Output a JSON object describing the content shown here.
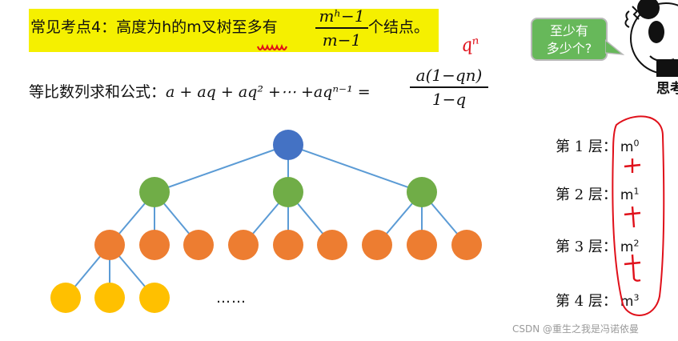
{
  "title": {
    "prefix": "常见考点4：高度为h的m叉树至多有",
    "fraction_num": "mʰ−1",
    "fraction_den": "m−1",
    "suffix": "个结点。"
  },
  "formula": {
    "label": "等比数列求和公式：",
    "expr": "a + aq + aq² +⋯ +aqⁿ⁻¹ =",
    "fraction_num": "a(1−qn)",
    "fraction_den": "1−q",
    "handwritten_note": "qⁿ"
  },
  "bubble": {
    "line1": "至少有",
    "line2": "多少个?"
  },
  "thinking_label": "思考",
  "levels": [
    {
      "label": "第 1 层：",
      "base": "m",
      "exp": "0"
    },
    {
      "label": "第 2 层：",
      "base": "m",
      "exp": "1"
    },
    {
      "label": "第 3 层：",
      "base": "m",
      "exp": "2"
    },
    {
      "label": "第 4 层：",
      "base": "m",
      "exp": "3"
    }
  ],
  "tree": {
    "ellipsis": "……",
    "colors": {
      "root": "#4472c4",
      "level2": "#70ad47",
      "level3": "#ed7d31",
      "level4": "#ffc000",
      "edge": "#5b9bd5",
      "annotation": "#e0101a"
    }
  },
  "watermark": "CSDN @重生之我是冯诺依曼"
}
